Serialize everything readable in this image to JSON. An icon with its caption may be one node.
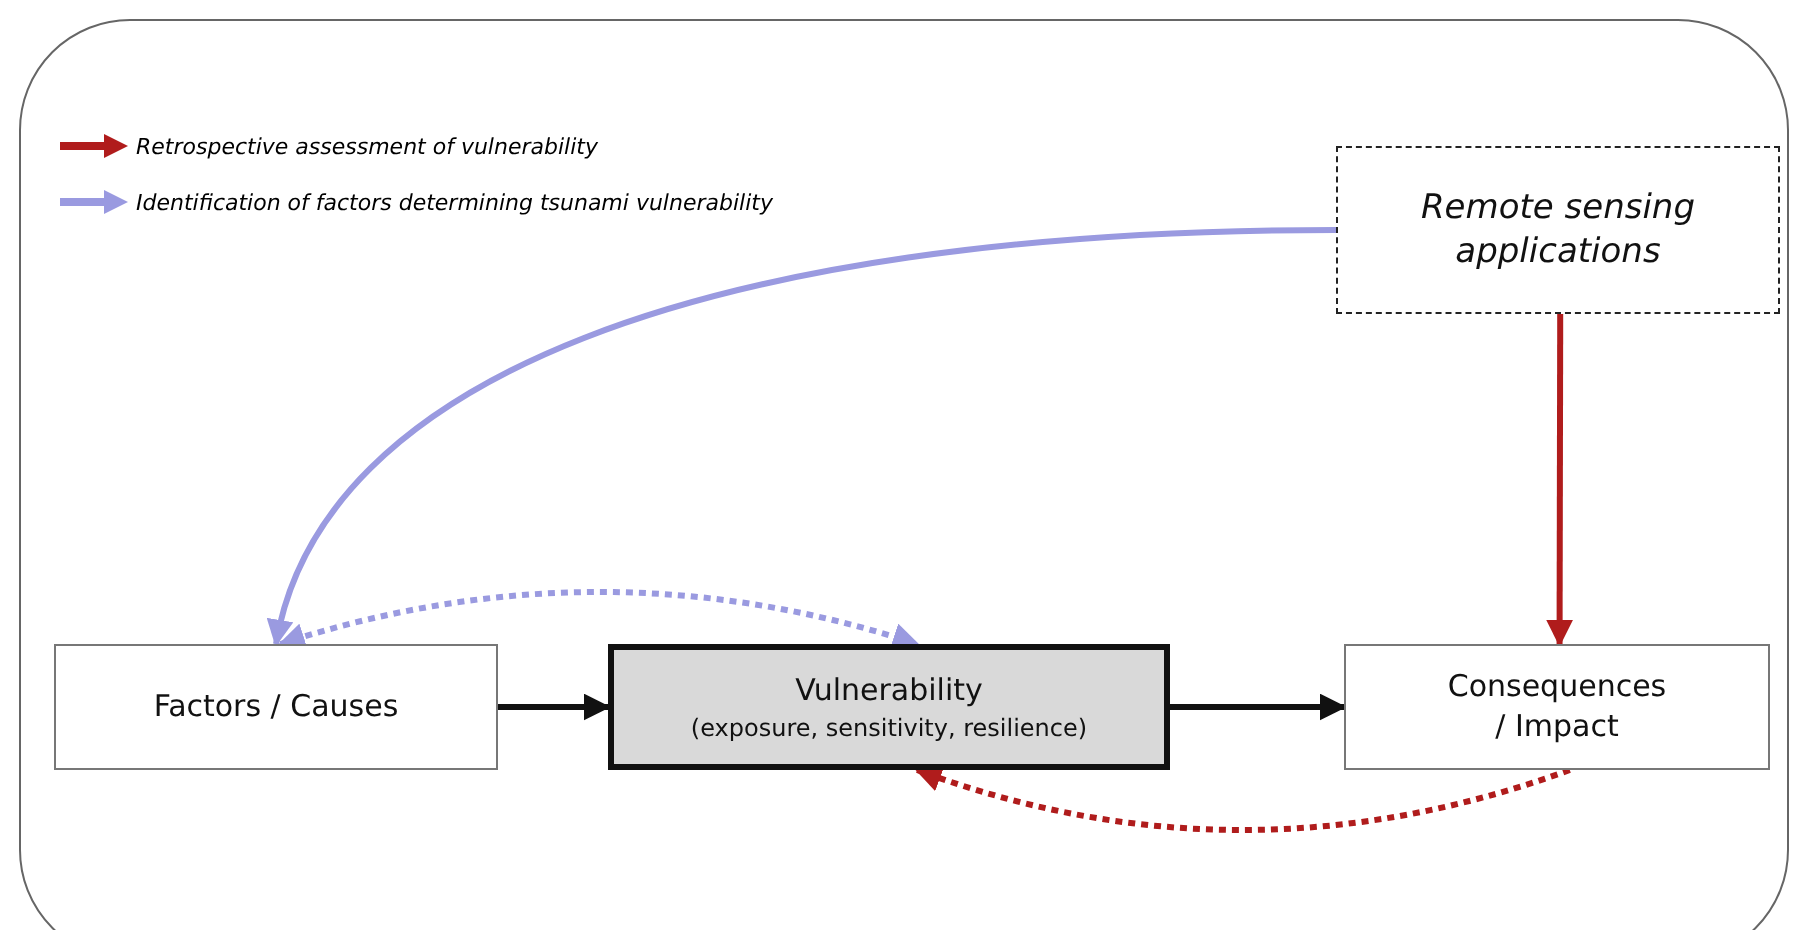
{
  "diagram": {
    "nodes": [
      {
        "text": [
          "Remote sensing applications"
        ]
      },
      {
        "text": [
          "Factors / Causes"
        ]
      },
      {
        "text": [
          "Vulnerability",
          "(exposure, sensitivity, resilience)"
        ]
      },
      {
        "text": [
          "Consequences / Impact"
        ]
      }
    ],
    "edges": [
      {
        "from": 0,
        "to": 1,
        "arrow": "to",
        "color": "#9a9ae0"
      },
      {
        "from": 0,
        "to": 3,
        "arrow": "to",
        "color": "#b01c1c"
      },
      {
        "from": 1,
        "to": 2,
        "arrow": "to",
        "color": "#111111"
      },
      {
        "from": 2,
        "to": 3,
        "arrow": "to",
        "color": "#111111"
      },
      {
        "from": 1,
        "to": 2,
        "arrow": "both",
        "style": "dashed",
        "color": "#9a9ae0"
      },
      {
        "from": 3,
        "to": 2,
        "arrow": "to",
        "style": "dashed",
        "color": "#b01c1c"
      }
    ],
    "legend": [
      {
        "text": "Retrospective assessment of vulnerability",
        "color": "#b01c1c"
      },
      {
        "text": "Identification of factors determining tsunami vulnerability",
        "color": "#9a9ae0"
      }
    ]
  }
}
